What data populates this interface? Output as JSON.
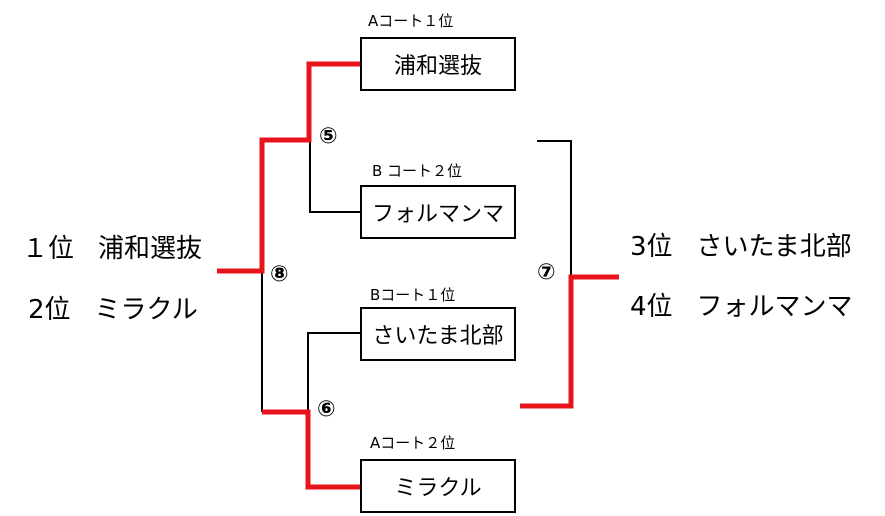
{
  "teams": [
    {
      "seed": "Aコート１位",
      "name": "浦和選抜",
      "win": true
    },
    {
      "seed": "B コート２位",
      "name": "フォルマンマ",
      "win": false
    },
    {
      "seed": "Bコート１位",
      "name": "さいたま北部",
      "win": false
    },
    {
      "seed": "Aコート２位",
      "name": "ミラクル",
      "win": true
    }
  ],
  "matches": {
    "m5": "⑤",
    "m6": "⑥",
    "m7": "⑦",
    "m8": "⑧"
  },
  "results_left": [
    {
      "rank": "１位",
      "team": "浦和選抜"
    },
    {
      "rank": "2位",
      "team": "ミラクル"
    }
  ],
  "results_right": [
    {
      "rank": "3位",
      "team": "さいたま北部"
    },
    {
      "rank": "4位",
      "team": "フォルマンマ"
    }
  ],
  "colors": {
    "winner": "#e8141c",
    "loser": "#000000"
  }
}
